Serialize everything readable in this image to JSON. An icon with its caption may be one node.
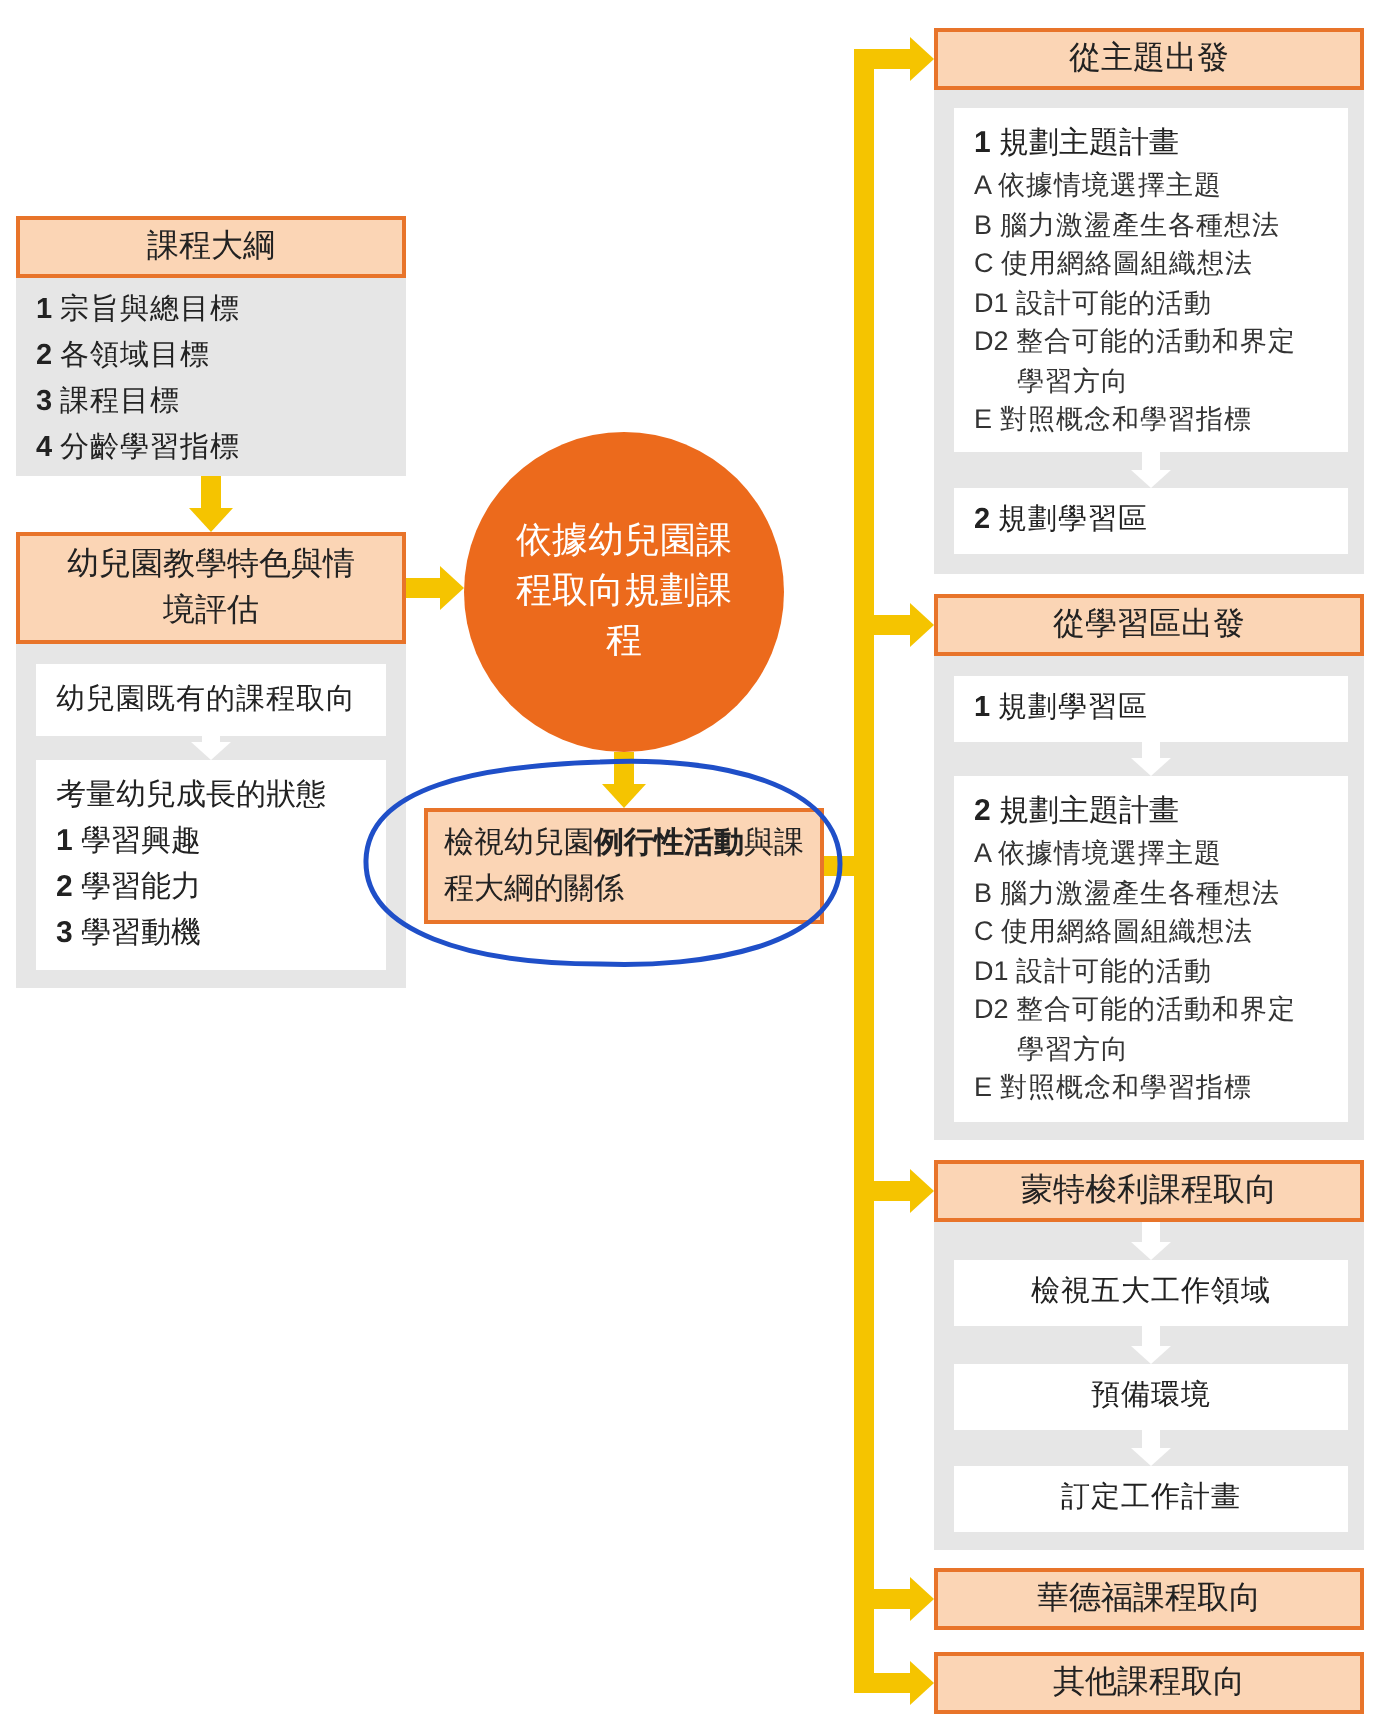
{
  "diagram": {
    "nodes": [
      {
        "text": [
          "課程大綱"
        ]
      },
      {
        "text": [
          "**1** 宗旨與總目標",
          "**2** 各領域目標",
          "**3** 課程目標",
          "**4** 分齡學習指標"
        ]
      },
      {
        "text": [
          "幼兒園教學特色與情境評估"
        ]
      },
      {
        "text": [
          "幼兒園既有的課程取向"
        ]
      },
      {
        "text": [
          "考量幼兒成長的狀態",
          "**1** 學習興趣",
          "**2** 學習能力",
          "**3** 學習動機"
        ]
      },
      {
        "text": [
          "依據幼兒園課程取向規劃課程"
        ]
      },
      {
        "text": [
          "檢視幼兒園**例行性活動**與課程大綱的關係"
        ]
      },
      {
        "text": [
          "從主題出發"
        ]
      },
      {
        "text": [
          "**1** 規劃主題計畫",
          "A 依據情境選擇主題",
          "B 腦力激盪產生各種想法",
          "C 使用網絡圖組織想法",
          "D1 設計可能的活動",
          "D2 整合可能的活動和界定學習方向",
          "E 對照概念和學習指標"
        ]
      },
      {
        "text": [
          "**2** 規劃學習區"
        ]
      },
      {
        "text": [
          "從學習區出發"
        ]
      },
      {
        "text": [
          "**1** 規劃學習區"
        ]
      },
      {
        "text": [
          "**2** 規劃主題計畫",
          "A 依據情境選擇主題",
          "B 腦力激盪產生各種想法",
          "C 使用網絡圖組織想法",
          "D1 設計可能的活動",
          "D2 整合可能的活動和界定學習方向",
          "E 對照概念和學習指標"
        ]
      },
      {
        "text": [
          "蒙特梭利課程取向"
        ]
      },
      {
        "text": [
          "檢視五大工作領域"
        ]
      },
      {
        "text": [
          "預備環境"
        ]
      },
      {
        "text": [
          "訂定工作計畫"
        ]
      },
      {
        "text": [
          "華德福課程取向"
        ]
      },
      {
        "text": [
          "其他課程取向"
        ]
      }
    ],
    "edges": [
      {
        "from": 1,
        "to": 2,
        "arrow": "to"
      },
      {
        "from": 2,
        "to": 5,
        "arrow": "to"
      },
      {
        "from": 5,
        "to": 6,
        "arrow": "to"
      },
      {
        "from": 3,
        "to": 4,
        "arrow": "to",
        "color": "#ffffff"
      },
      {
        "from": 6,
        "to": 7,
        "arrow": "to"
      },
      {
        "from": 6,
        "to": 10,
        "arrow": "to"
      },
      {
        "from": 6,
        "to": 13,
        "arrow": "to"
      },
      {
        "from": 6,
        "to": 17,
        "arrow": "to"
      },
      {
        "from": 6,
        "to": 18,
        "arrow": "to"
      },
      {
        "from": 8,
        "to": 9,
        "arrow": "to",
        "color": "#ffffff"
      },
      {
        "from": 11,
        "to": 12,
        "arrow": "to",
        "color": "#ffffff"
      },
      {
        "from": 13,
        "to": 14,
        "arrow": "to",
        "color": "#ffffff"
      },
      {
        "from": 14,
        "to": 15,
        "arrow": "to",
        "color": "#ffffff"
      },
      {
        "from": 15,
        "to": 16,
        "arrow": "to",
        "color": "#ffffff"
      }
    ]
  }
}
